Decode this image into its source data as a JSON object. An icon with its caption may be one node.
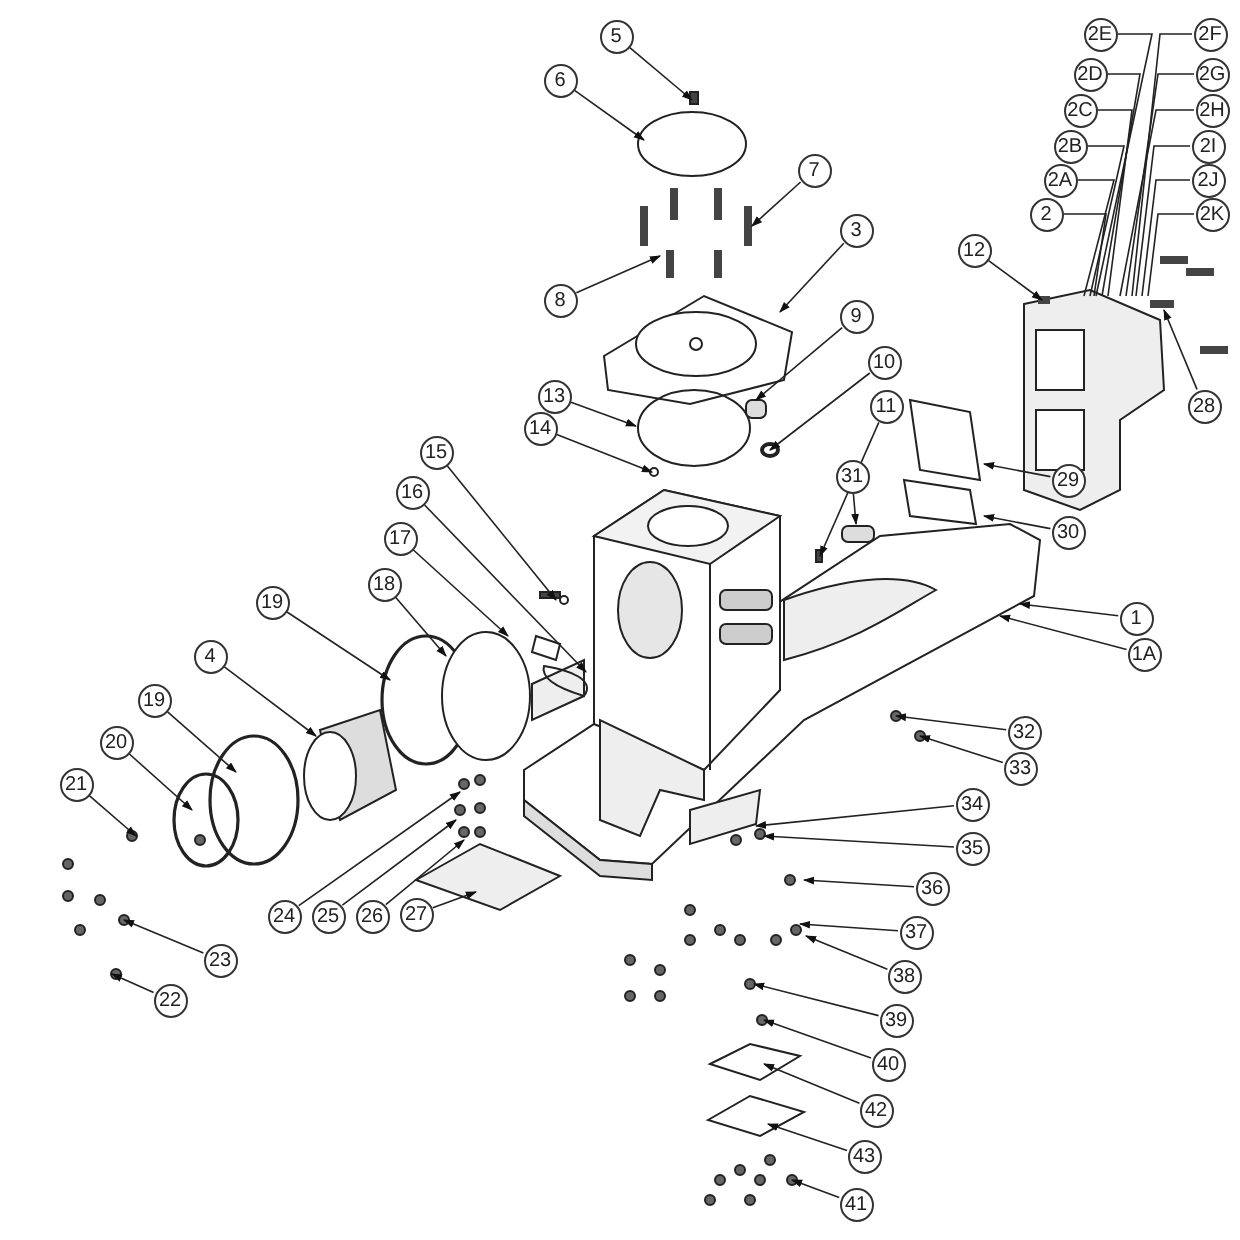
{
  "diagram": {
    "nodes": [
      {
        "text": [
          "2E"
        ]
      },
      {
        "text": [
          "2F"
        ]
      },
      {
        "text": [
          "5"
        ]
      },
      {
        "text": [
          "2D"
        ]
      },
      {
        "text": [
          "2G"
        ]
      },
      {
        "text": [
          "6"
        ]
      },
      {
        "text": [
          "2C"
        ]
      },
      {
        "text": [
          "2H"
        ]
      },
      {
        "text": [
          "2B"
        ]
      },
      {
        "text": [
          "2I"
        ]
      },
      {
        "text": [
          "7"
        ]
      },
      {
        "text": [
          "2A"
        ]
      },
      {
        "text": [
          "2J"
        ]
      },
      {
        "text": [
          "2"
        ]
      },
      {
        "text": [
          "2K"
        ]
      },
      {
        "text": [
          "3"
        ]
      },
      {
        "text": [
          "12"
        ]
      },
      {
        "text": [
          "8"
        ]
      },
      {
        "text": [
          "9"
        ]
      },
      {
        "text": [
          "10"
        ]
      },
      {
        "text": [
          "13"
        ]
      },
      {
        "text": [
          "28"
        ]
      },
      {
        "text": [
          "11"
        ]
      },
      {
        "text": [
          "14"
        ]
      },
      {
        "text": [
          "15"
        ]
      },
      {
        "text": [
          "31"
        ]
      },
      {
        "text": [
          "29"
        ]
      },
      {
        "text": [
          "16"
        ]
      },
      {
        "text": [
          "17"
        ]
      },
      {
        "text": [
          "30"
        ]
      },
      {
        "text": [
          "19"
        ]
      },
      {
        "text": [
          "18"
        ]
      },
      {
        "text": [
          "1"
        ]
      },
      {
        "text": [
          "1A"
        ]
      },
      {
        "text": [
          "4"
        ]
      },
      {
        "text": [
          "19"
        ]
      },
      {
        "text": [
          "32"
        ]
      },
      {
        "text": [
          "33"
        ]
      },
      {
        "text": [
          "20"
        ]
      },
      {
        "text": [
          "34"
        ]
      },
      {
        "text": [
          "21"
        ]
      },
      {
        "text": [
          "35"
        ]
      },
      {
        "text": [
          "36"
        ]
      },
      {
        "text": [
          "37"
        ]
      },
      {
        "text": [
          "24"
        ]
      },
      {
        "text": [
          "25"
        ]
      },
      {
        "text": [
          "26"
        ]
      },
      {
        "text": [
          "27"
        ]
      },
      {
        "text": [
          "38"
        ]
      },
      {
        "text": [
          "23"
        ]
      },
      {
        "text": [
          "39"
        ]
      },
      {
        "text": [
          "22"
        ]
      },
      {
        "text": [
          "40"
        ]
      },
      {
        "text": [
          "42"
        ]
      },
      {
        "text": [
          "43"
        ]
      },
      {
        "text": [
          "41"
        ]
      }
    ],
    "edges": [
      {
        "from": 0,
        "to": null,
        "arrow": "none"
      },
      {
        "from": 1,
        "to": null,
        "arrow": "none"
      },
      {
        "from": 2,
        "to": null,
        "arrow": "to"
      },
      {
        "from": 3,
        "to": null,
        "arrow": "none"
      },
      {
        "from": 4,
        "to": null,
        "arrow": "none"
      },
      {
        "from": 5,
        "to": null,
        "arrow": "to"
      },
      {
        "from": 6,
        "to": null,
        "arrow": "none"
      },
      {
        "from": 7,
        "to": null,
        "arrow": "none"
      },
      {
        "from": 8,
        "to": null,
        "arrow": "none"
      },
      {
        "from": 9,
        "to": null,
        "arrow": "none"
      },
      {
        "from": 10,
        "to": null,
        "arrow": "to"
      },
      {
        "from": 11,
        "to": null,
        "arrow": "none"
      },
      {
        "from": 12,
        "to": null,
        "arrow": "none"
      },
      {
        "from": 13,
        "to": null,
        "arrow": "none"
      },
      {
        "from": 14,
        "to": null,
        "arrow": "none"
      },
      {
        "from": 15,
        "to": null,
        "arrow": "to"
      },
      {
        "from": 16,
        "to": null,
        "arrow": "to"
      },
      {
        "from": 17,
        "to": null,
        "arrow": "to"
      },
      {
        "from": 18,
        "to": null,
        "arrow": "to"
      },
      {
        "from": 19,
        "to": null,
        "arrow": "to"
      },
      {
        "from": 20,
        "to": null,
        "arrow": "to"
      },
      {
        "from": 21,
        "to": null,
        "arrow": "to"
      },
      {
        "from": 22,
        "to": null,
        "arrow": "to"
      },
      {
        "from": 23,
        "to": null,
        "arrow": "to"
      },
      {
        "from": 24,
        "to": null,
        "arrow": "to"
      },
      {
        "from": 25,
        "to": null,
        "arrow": "to"
      },
      {
        "from": 26,
        "to": null,
        "arrow": "to"
      },
      {
        "from": 27,
        "to": null,
        "arrow": "to"
      },
      {
        "from": 28,
        "to": null,
        "arrow": "to"
      },
      {
        "from": 29,
        "to": null,
        "arrow": "to"
      },
      {
        "from": 30,
        "to": null,
        "arrow": "to"
      },
      {
        "from": 31,
        "to": null,
        "arrow": "to"
      },
      {
        "from": 32,
        "to": null,
        "arrow": "to"
      },
      {
        "from": 33,
        "to": null,
        "arrow": "to"
      },
      {
        "from": 34,
        "to": null,
        "arrow": "to"
      },
      {
        "from": 35,
        "to": null,
        "arrow": "to"
      },
      {
        "from": 36,
        "to": null,
        "arrow": "to"
      },
      {
        "from": 37,
        "to": null,
        "arrow": "to"
      },
      {
        "from": 38,
        "to": null,
        "arrow": "to"
      },
      {
        "from": 39,
        "to": null,
        "arrow": "to"
      },
      {
        "from": 40,
        "to": null,
        "arrow": "to"
      },
      {
        "from": 41,
        "to": null,
        "arrow": "to"
      },
      {
        "from": 42,
        "to": null,
        "arrow": "to"
      },
      {
        "from": 43,
        "to": null,
        "arrow": "to"
      },
      {
        "from": 44,
        "to": null,
        "arrow": "to"
      },
      {
        "from": 45,
        "to": null,
        "arrow": "to"
      },
      {
        "from": 46,
        "to": null,
        "arrow": "to"
      },
      {
        "from": 47,
        "to": null,
        "arrow": "to"
      },
      {
        "from": 48,
        "to": null,
        "arrow": "to"
      },
      {
        "from": 49,
        "to": null,
        "arrow": "to"
      },
      {
        "from": 50,
        "to": null,
        "arrow": "to"
      },
      {
        "from": 51,
        "to": null,
        "arrow": "to"
      },
      {
        "from": 52,
        "to": null,
        "arrow": "to"
      },
      {
        "from": 53,
        "to": null,
        "arrow": "to"
      },
      {
        "from": 54,
        "to": null,
        "arrow": "to"
      },
      {
        "from": 55,
        "to": null,
        "arrow": "to"
      }
    ]
  }
}
